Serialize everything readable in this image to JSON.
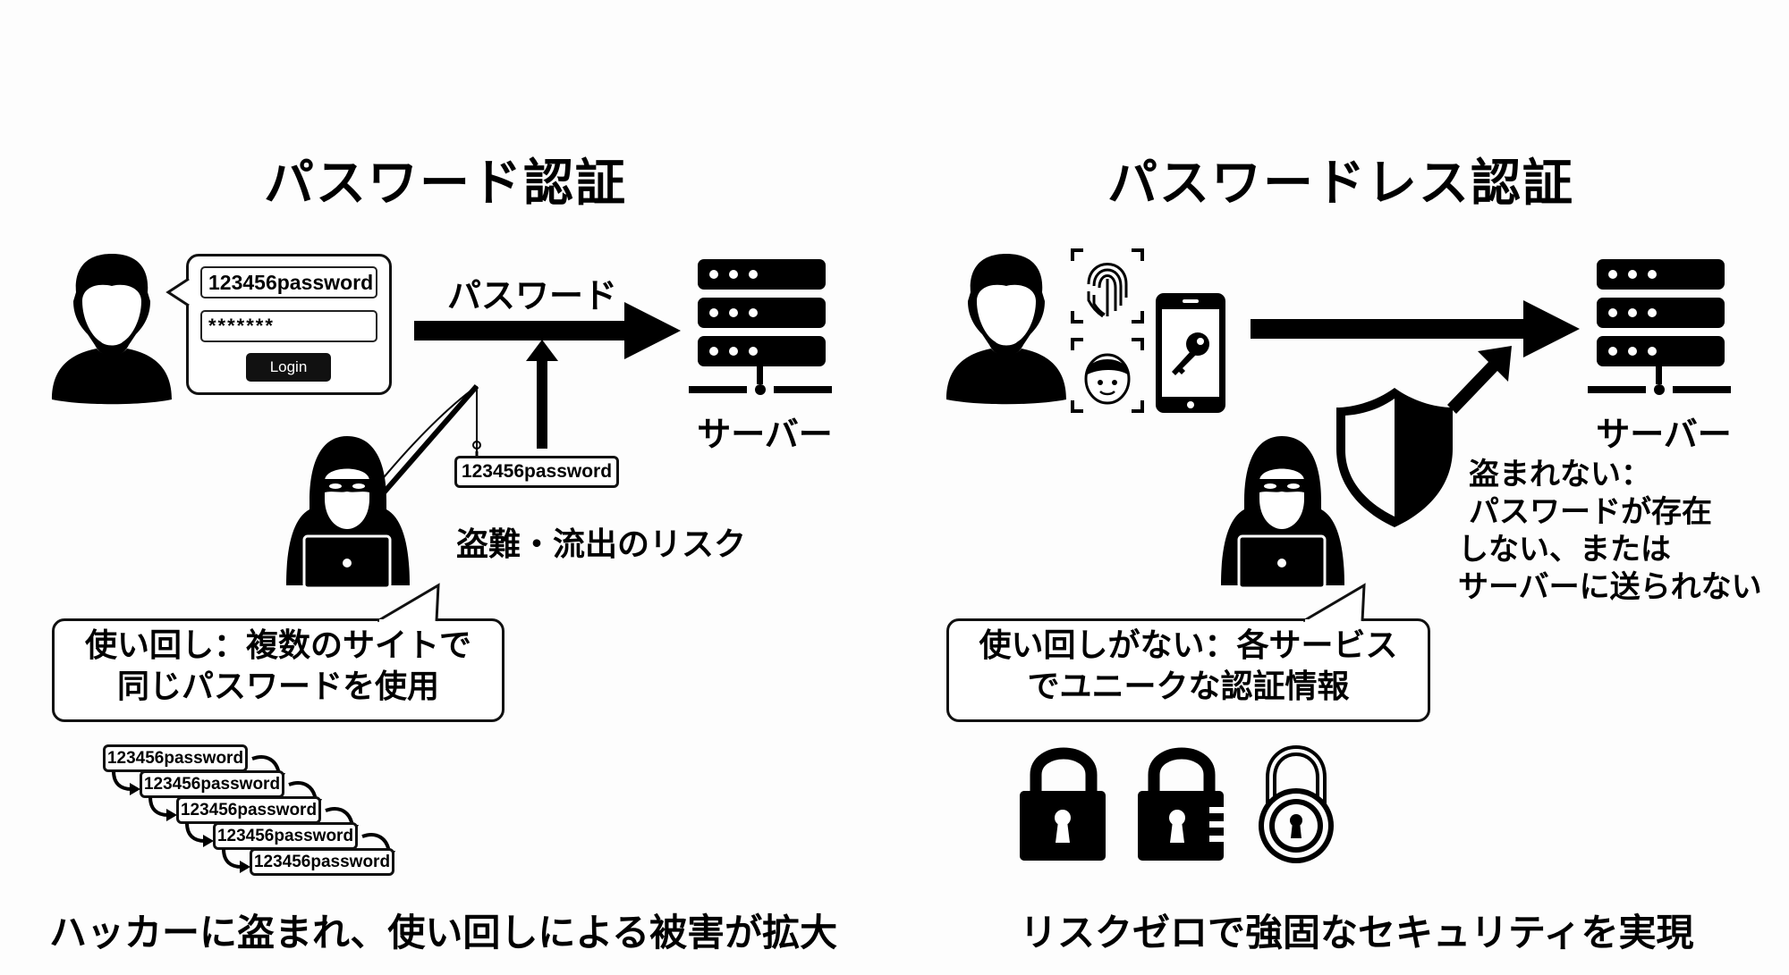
{
  "left": {
    "title": "パスワード認証",
    "login_form": {
      "username_value": "123456password",
      "password_value": "*******",
      "login_button": "Login"
    },
    "arrow_label": "パスワード",
    "stolen_tag": "123456password",
    "risk_label": "盗難・流出のリスク",
    "server_label": "サーバー",
    "bubble_lines": [
      "使い回し：複数のサイトで",
      "同じパスワードを使用"
    ],
    "reuse_tags": [
      "123456password",
      "123456password",
      "123456password",
      "123456password",
      "123456password"
    ],
    "caption": "ハッカーに盗まれ、使い回しによる被害が拡大"
  },
  "right": {
    "title": "パスワードレス認証",
    "server_label": "サーバー",
    "note_lines": [
      "盗まれない：",
      "パスワードが存在",
      "しない、または",
      "サーバーに送られない"
    ],
    "bubble_lines": [
      "使い回しがない：各サービス",
      "でユニークな認証情報"
    ],
    "caption": "リスクゼロで強固なセキュリティを実現"
  },
  "colors": {
    "ink": "#000000",
    "background": "#fdfdfd"
  }
}
